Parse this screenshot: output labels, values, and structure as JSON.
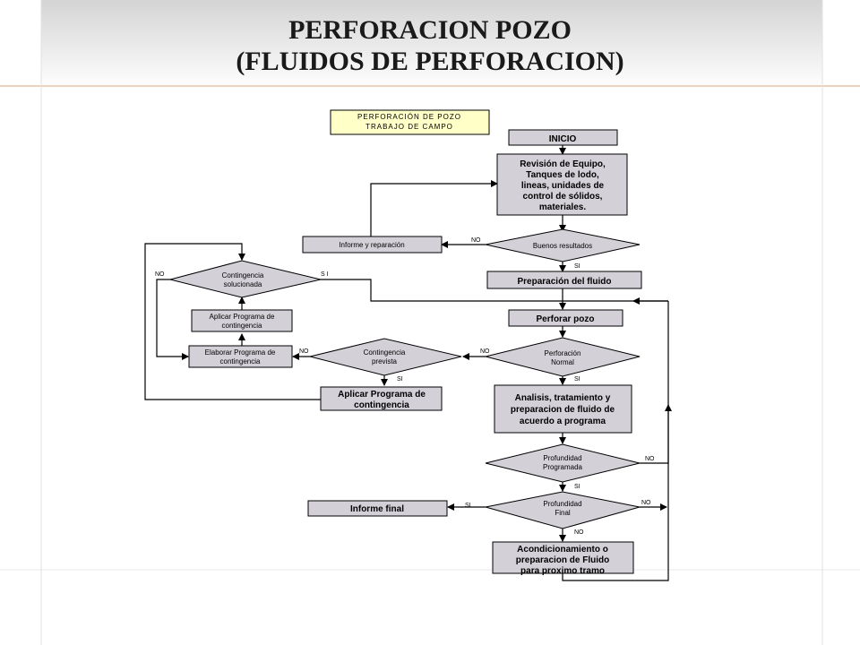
{
  "slide": {
    "title_line1": "PERFORACION POZO",
    "title_line2": "(FLUIDOS DE PERFORACION)"
  },
  "flowchart": {
    "header_line1": "PERFORACIÓN DE POZO",
    "header_line2": "TRABAJO DE CAMPO",
    "inicio": "INICIO",
    "revision": [
      "Revisión de Equipo,",
      "Tanques de lodo,",
      "lineas, unidades de",
      "control de sólidos,",
      "materiales."
    ],
    "buenos_resultados": "Buenos resultados",
    "informe_reparacion": "Informe y reparación",
    "preparacion_fluido": "Preparación del fluido",
    "contingencia_solucionada": [
      "Contingencia",
      "solucionada"
    ],
    "aplicar_programa_small": [
      "Aplicar Programa de",
      "contingencia"
    ],
    "elaborar_programa": [
      "Elaborar Programa de",
      "contingencia"
    ],
    "perforar_pozo": "Perforar pozo",
    "perforacion_normal": [
      "Perforación",
      "Normal"
    ],
    "contingencia_prevista": [
      "Contingencia",
      "prevista"
    ],
    "aplicar_programa_big": [
      "Aplicar Programa de",
      "contingencia"
    ],
    "analisis": [
      "Analisis, tratamiento y",
      "preparacion de fluido de",
      "acuerdo a programa"
    ],
    "profundidad_programada": [
      "Profundidad",
      "Programada"
    ],
    "profundidad_final": [
      "Profundidad",
      "Final"
    ],
    "informe_final": "Informe final",
    "acondicionamiento": [
      "Acondicionamiento o",
      "preparacion de Fluido",
      "para proximo tramo"
    ],
    "label_no": "NO",
    "label_si": "SI",
    "label_si_spaced": "S I"
  }
}
